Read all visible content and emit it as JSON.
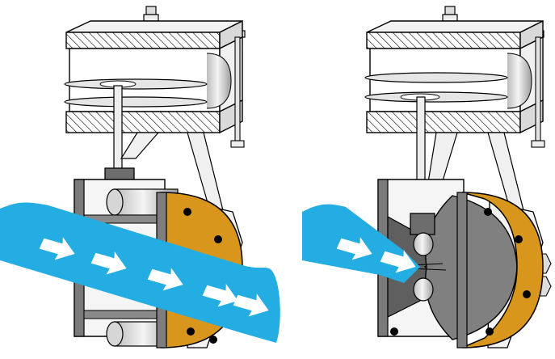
{
  "diagram": {
    "panels": [
      {
        "id": "open",
        "state": "open",
        "arrow_count": 5
      },
      {
        "id": "closed",
        "state": "pinched",
        "arrow_count": 2
      }
    ]
  },
  "colors": {
    "flow": "#23ADE3",
    "arrow": "#FFFFFF",
    "flange": "#D9961C",
    "valve_body": "#808080",
    "sleeve_dark": "#5F5F5F",
    "metal_light": "#E8E8E8",
    "outline": "#000000",
    "background": "#FFFFFF"
  }
}
